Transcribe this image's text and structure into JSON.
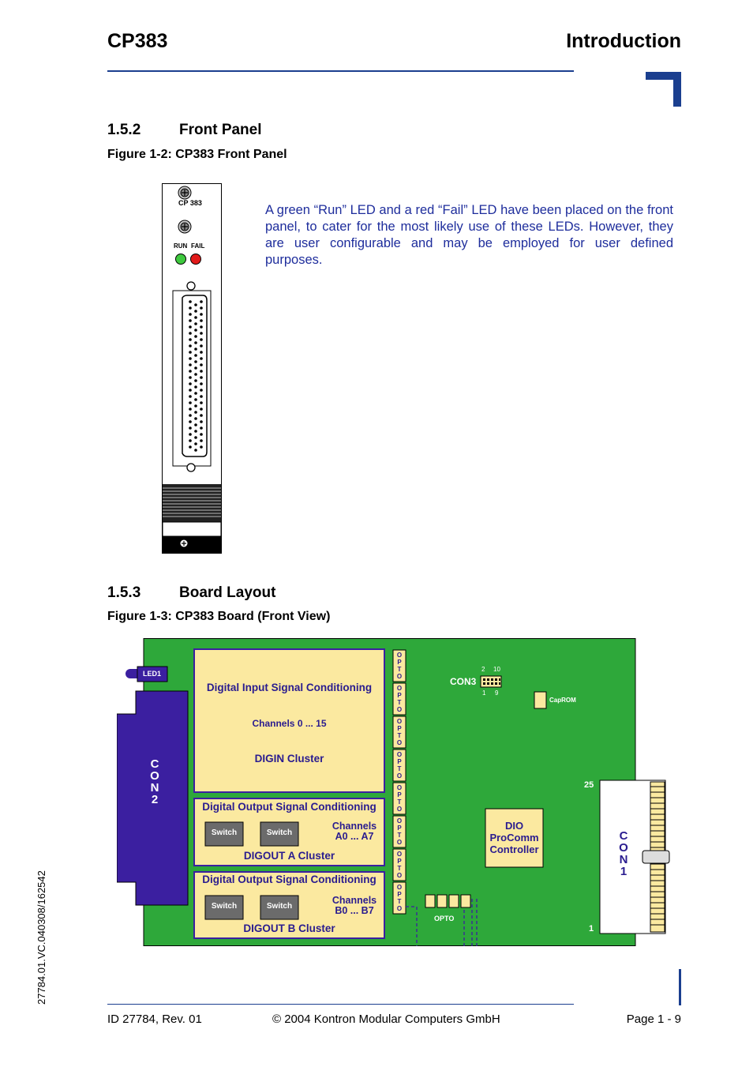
{
  "header": {
    "product": "CP383",
    "chapter": "Introduction"
  },
  "section_front": {
    "number": "1.5.2",
    "title": "Front Panel",
    "figure_caption": "Figure 1-2:  CP383 Front Panel"
  },
  "front_panel": {
    "model_label": "CP 383",
    "run_label": "RUN",
    "fail_label": "FAIL",
    "run_color": "#3ec93e",
    "fail_color": "#e21b1b"
  },
  "paragraph": "A green “Run” LED and a red “Fail” LED have been placed on the front panel, to cater for the most likely use of these LEDs. However, they are user configurable and may be employed for user defined purposes.",
  "section_board": {
    "number": "1.5.3",
    "title": "Board Layout",
    "figure_caption": "Figure 1-3:  CP383 Board (Front View)"
  },
  "board": {
    "led1": "LED1",
    "con2": [
      "C",
      "O",
      "N",
      "2"
    ],
    "con1": [
      "C",
      "O",
      "N",
      "1"
    ],
    "digin": {
      "title": "Digital Input Signal Conditioning",
      "channels": "Channels 0 ... 15",
      "cluster": "DIGIN Cluster"
    },
    "digout_a": {
      "title": "Digital Output Signal Conditioning",
      "switch1": "Switch",
      "switch2": "Switch",
      "channels_line1": "Channels",
      "channels_line2": "A0 ... A7",
      "cluster": "DIGOUT A Cluster"
    },
    "digout_b": {
      "title": "Digital Output Signal Conditioning",
      "switch1": "Switch",
      "switch2": "Switch",
      "channels_line1": "Channels",
      "channels_line2": "B0 ... B7",
      "cluster": "DIGOUT B Cluster"
    },
    "opto_letters": [
      "O",
      "P",
      "T",
      "O"
    ],
    "opto_label": "OPTO",
    "con3": {
      "label": "CON3",
      "pin_2": "2",
      "pin_10": "10",
      "pin_1": "1",
      "pin_9": "9"
    },
    "caprom": "CapROM",
    "dio_controller": [
      "DIO",
      "ProComm",
      "Controller"
    ],
    "con1_pin_top": "25",
    "con1_pin_bottom": "1",
    "colors": {
      "pcb": "#2ea83a",
      "connector": "#3b1fa0",
      "cluster_fill": "#fbe9a0",
      "switch": "#6b6b6b"
    }
  },
  "side_id": "27784.01.VC.040308/162542",
  "footer": {
    "id": "ID 27784, Rev. 01",
    "copyright": "© 2004 Kontron Modular Computers GmbH",
    "page": "Page 1 - 9"
  }
}
